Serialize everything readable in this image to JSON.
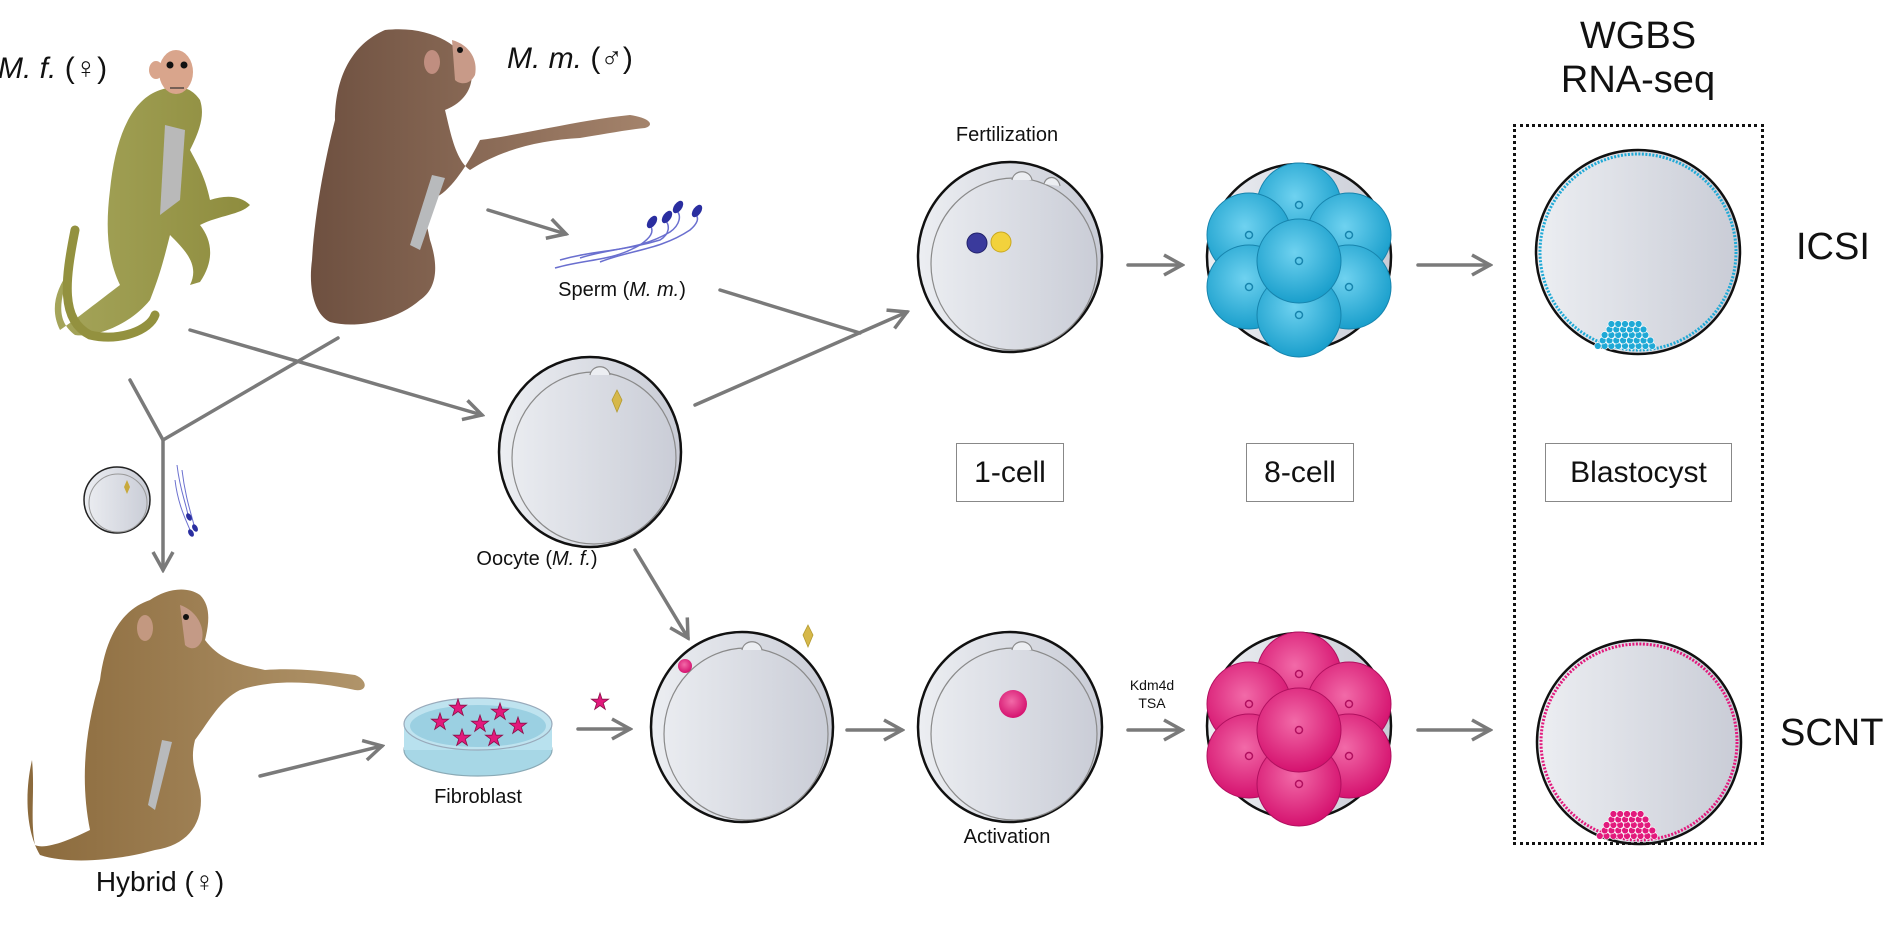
{
  "labels": {
    "mf": {
      "name": "M. f.",
      "sex": "(♀)"
    },
    "mm": {
      "name": "M. m.",
      "sex": "(♂)"
    },
    "hybrid": "Hybrid (♀)",
    "sperm": {
      "prefix": "Sperm (",
      "species": "M. m.",
      "suffix": ")"
    },
    "oocyte": {
      "prefix": "Oocyte (",
      "species": "M. f.",
      "suffix": ")"
    },
    "fibroblast": "Fibroblast",
    "fertilization": "Fertilization",
    "activation": "Activation",
    "treatment": {
      "line1": "Kdm4d",
      "line2": "TSA"
    },
    "assay": {
      "line1": "WGBS",
      "line2": "RNA-seq"
    },
    "stages": {
      "one_cell": "1-cell",
      "eight_cell": "8-cell",
      "blastocyst": "Blastocyst"
    },
    "methods": {
      "icsi": "ICSI",
      "scnt": "SCNT"
    }
  },
  "colors": {
    "arrow": "#7a7a7a",
    "icsi_cells": "#1fa9d6",
    "scnt_cells": "#e2197c",
    "mf_monkey": "#9a9a4a",
    "mm_monkey": "#8a6650",
    "hybrid_monkey": "#9c7a4c",
    "sperm": "#2a2ea0",
    "pronucleus_female": "#f2d23c",
    "zona": "#d5d8e0"
  }
}
